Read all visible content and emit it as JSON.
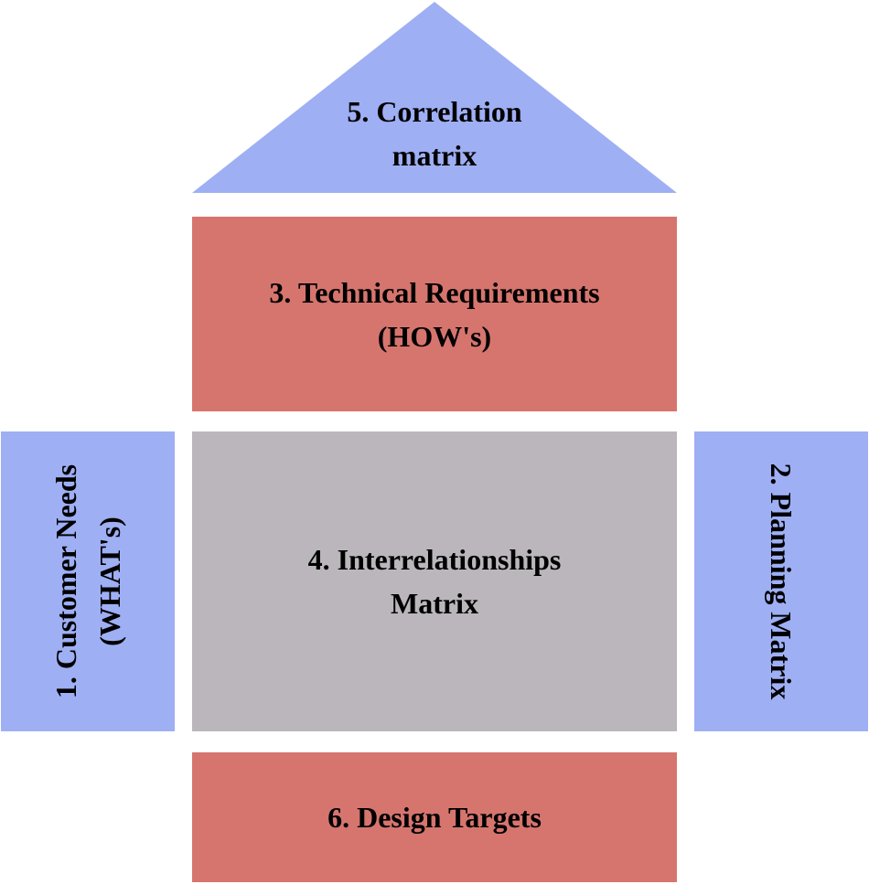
{
  "colors": {
    "blue": "#9eaff4",
    "red": "#d6756e",
    "gray": "#bab6bb"
  },
  "correlation": {
    "line1": "5. Correlation",
    "line2": "matrix"
  },
  "technical": {
    "line1": "3. Technical Requirements",
    "line2": "(HOW's)"
  },
  "interrelationships": {
    "line1": "4. Interrelationships",
    "line2": "Matrix"
  },
  "customer": {
    "line1": "1. Customer Needs",
    "line2": "(WHAT's)"
  },
  "planning": {
    "line1": "2. Planning Matrix"
  },
  "design": {
    "line1": "6. Design Targets"
  }
}
